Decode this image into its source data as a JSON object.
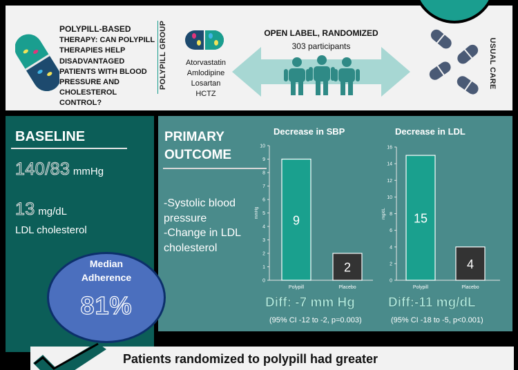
{
  "header": {
    "title_lead": "POLYPILL-BASED",
    "title_rest": "THERAPY: CAN POLYPILL THERAPIES HELP DISADVANTAGED PATIENTS WITH BLOOD PRESSURE AND CHOLESTEROL CONTROL?",
    "polypill_group_label": "POLYPILL GROUP",
    "drugs": [
      "Atorvastatin",
      "Amlodipine",
      "Losartan",
      "HCTZ"
    ],
    "design": "OPEN LABEL, RANDOMIZED",
    "participants": "303 participants",
    "usual_care_label": "USUAL CARE"
  },
  "baseline": {
    "title": "BASELINE",
    "bp_value": "140/83",
    "bp_unit": "mmHg",
    "ldl_value": "13",
    "ldl_unit": "mg/dL",
    "ldl_caption": "LDL cholesterol"
  },
  "adherence": {
    "label_line1": "Median",
    "label_line2": "Adherence",
    "value": "81%"
  },
  "outcome": {
    "title_line1": "PRIMARY",
    "title_line2": "OUTCOME",
    "desc_line1": "-Systolic blood pressure",
    "desc_line2": "-Change in LDL cholesterol"
  },
  "chart_data": [
    {
      "type": "bar",
      "title": "Decrease in SBP",
      "ylabel": "mmHg",
      "xlabel": "",
      "categories": [
        "Polypill",
        "Placebo"
      ],
      "values": [
        9,
        2
      ],
      "ylim": [
        0,
        10
      ],
      "yticks": [
        0,
        1,
        2,
        3,
        4,
        5,
        6,
        7,
        8,
        9,
        10
      ],
      "colors": [
        "#1aa08e",
        "#333333"
      ],
      "diff": "Diff: -7 mm Hg",
      "ci": "(95% CI -12 to -2, p=0.003)"
    },
    {
      "type": "bar",
      "title": "Decrease in LDL",
      "ylabel": "mg/dL",
      "xlabel": "",
      "categories": [
        "Polypill",
        "Placebo"
      ],
      "values": [
        15,
        4
      ],
      "ylim": [
        0,
        16
      ],
      "yticks": [
        0,
        2,
        4,
        6,
        8,
        10,
        12,
        14,
        16
      ],
      "colors": [
        "#1aa08e",
        "#333333"
      ],
      "diff": "Diff:-11 mg/dL",
      "ci": "(95% CI -18 to -5, p<0.001)"
    }
  ],
  "banner": {
    "text": "Patients randomized to polypill had greater"
  },
  "colors": {
    "teal": "#1a9e8f",
    "dark_teal": "#0c5e58",
    "outcome_panel": "#4a8b8b",
    "adherence_blue": "#4b6fbe",
    "pill_slate": "#4a5a75"
  },
  "icons": {
    "pill": "polypill-capsule-icon",
    "drugs": "multi-drug-pill-icon",
    "people": "three-people-icon",
    "usual_care": "scattered-pills-icon",
    "check": "checkmark-icon"
  }
}
